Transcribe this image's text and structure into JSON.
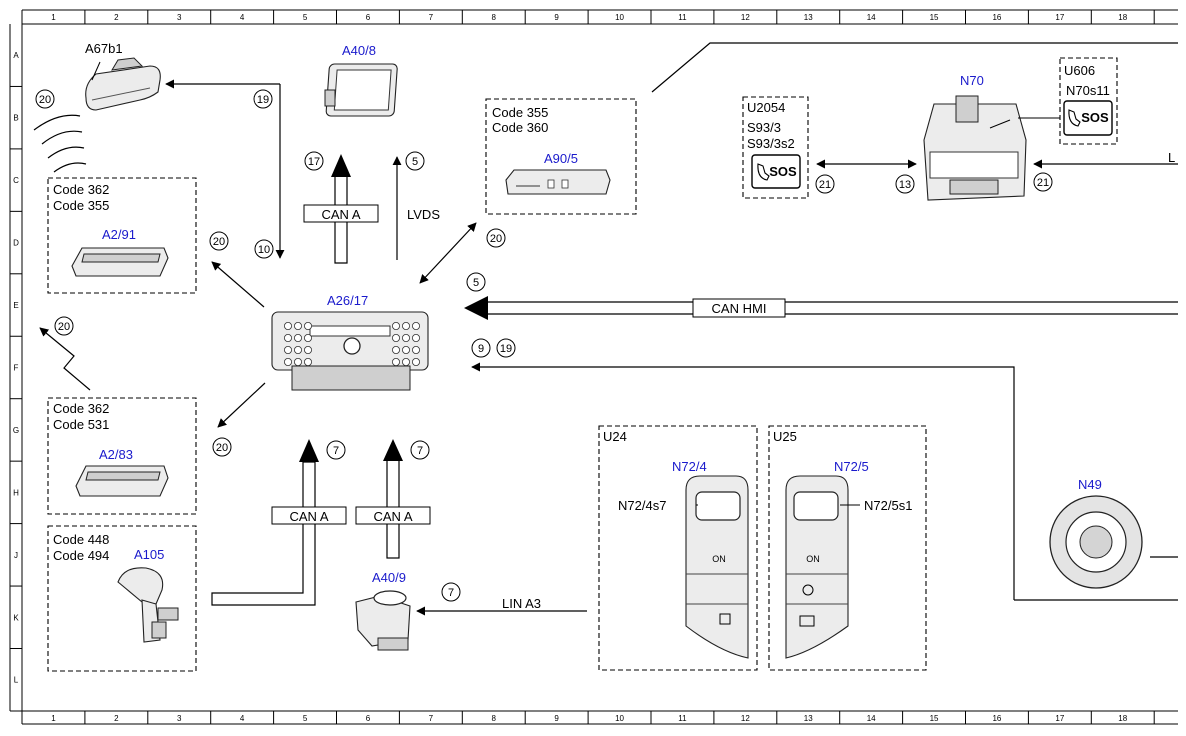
{
  "grid": {
    "columns": [
      "1",
      "2",
      "3",
      "4",
      "5",
      "6",
      "7",
      "8",
      "9",
      "10",
      "11",
      "12",
      "13",
      "14",
      "15",
      "16",
      "17",
      "18"
    ],
    "rows": [
      "A",
      "B",
      "C",
      "D",
      "E",
      "F",
      "G",
      "H",
      "J",
      "K",
      "L"
    ]
  },
  "components": {
    "a67b1": "A67b1",
    "a40_8": "A40/8",
    "a90_5": "A90/5",
    "n70": "N70",
    "n70s11": "N70s11",
    "u606": "U606",
    "u2054": "U2054",
    "s93_3": "S93/3",
    "s93_3s2": "S93/3s2",
    "a2_91": "A2/91",
    "a26_17": "A26/17",
    "a2_83": "A2/83",
    "a105": "A105",
    "a40_9": "A40/9",
    "u24": "U24",
    "n72_4": "N72/4",
    "n72_4s7": "N72/4s7",
    "u25": "U25",
    "n72_5": "N72/5",
    "n72_5s1": "N72/5s1",
    "n49": "N49"
  },
  "codes": {
    "a90_5_line1": "Code 355",
    "a90_5_line2": "Code 360",
    "a2_91_line1": "Code 362",
    "a2_91_line2": "Code 355",
    "a2_83_line1": "Code 362",
    "a2_83_line2": "Code 531",
    "a105_line1": "Code 448",
    "a105_line2": "Code 494"
  },
  "buses": {
    "can_a_top": "CAN A",
    "lvds": "LVDS",
    "can_hmi": "CAN HMI",
    "can_a_bottom_left": "CAN A",
    "can_a_bottom_right": "CAN A",
    "lin_a3": "LIN A3",
    "edge_label": "L"
  },
  "callouts": {
    "c20_antenna": "20",
    "c19_mirror": "19",
    "c17": "17",
    "c5_lvds": "5",
    "c20_a90": "20",
    "c21_left": "21",
    "c13": "13",
    "c21_right": "21",
    "c20_a2_91": "20",
    "c10": "10",
    "c5_hmi": "5",
    "c20_radio": "20",
    "c9": "9",
    "c19_f": "19",
    "c20_a2_83": "20",
    "c7_left": "7",
    "c7_right": "7",
    "c7_lin": "7"
  },
  "button_labels": {
    "sos_left": "SOS",
    "sos_right": "SOS",
    "on_left": "ON",
    "on_right": "ON"
  },
  "colors": {
    "component_label": "#1a1acc",
    "line": "#000000"
  }
}
